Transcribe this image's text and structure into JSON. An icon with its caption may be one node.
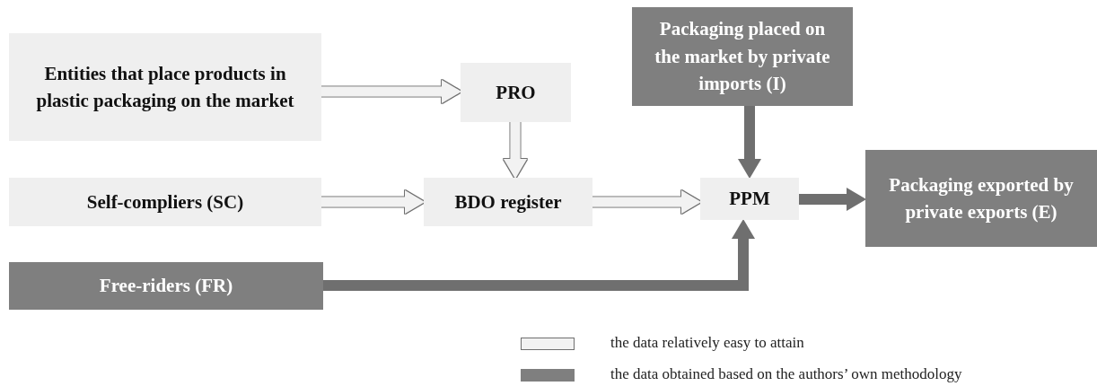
{
  "diagram": {
    "nodes": [
      {
        "text": [
          "Entities that place products in plastic packaging on the market"
        ]
      },
      {
        "text": [
          "PRO"
        ]
      },
      {
        "text": [
          "Packaging placed on the market by private imports (I)"
        ]
      },
      {
        "text": [
          "Self-compliers (SC)"
        ]
      },
      {
        "text": [
          "BDO register"
        ]
      },
      {
        "text": [
          "PPM"
        ]
      },
      {
        "text": [
          "Packaging exported by private exports (E)"
        ]
      },
      {
        "text": [
          "Free-riders (FR)"
        ]
      }
    ],
    "edges": [
      {
        "from": 0,
        "to": 1,
        "arrow": "to"
      },
      {
        "from": 1,
        "to": 4,
        "arrow": "to"
      },
      {
        "from": 3,
        "to": 4,
        "arrow": "to"
      },
      {
        "from": 4,
        "to": 5,
        "arrow": "to"
      },
      {
        "from": 2,
        "to": 5,
        "arrow": "to",
        "color": "#6f6f6f"
      },
      {
        "from": 5,
        "to": 6,
        "arrow": "to",
        "color": "#6f6f6f"
      },
      {
        "from": 7,
        "to": 5,
        "arrow": "to",
        "color": "#6f6f6f"
      }
    ],
    "legend": [
      {
        "text": "the data relatively easy to attain",
        "color": "#f2f2f2"
      },
      {
        "text": "the data obtained based on the authors’ own methodology",
        "color": "#7f7f7f"
      }
    ]
  }
}
